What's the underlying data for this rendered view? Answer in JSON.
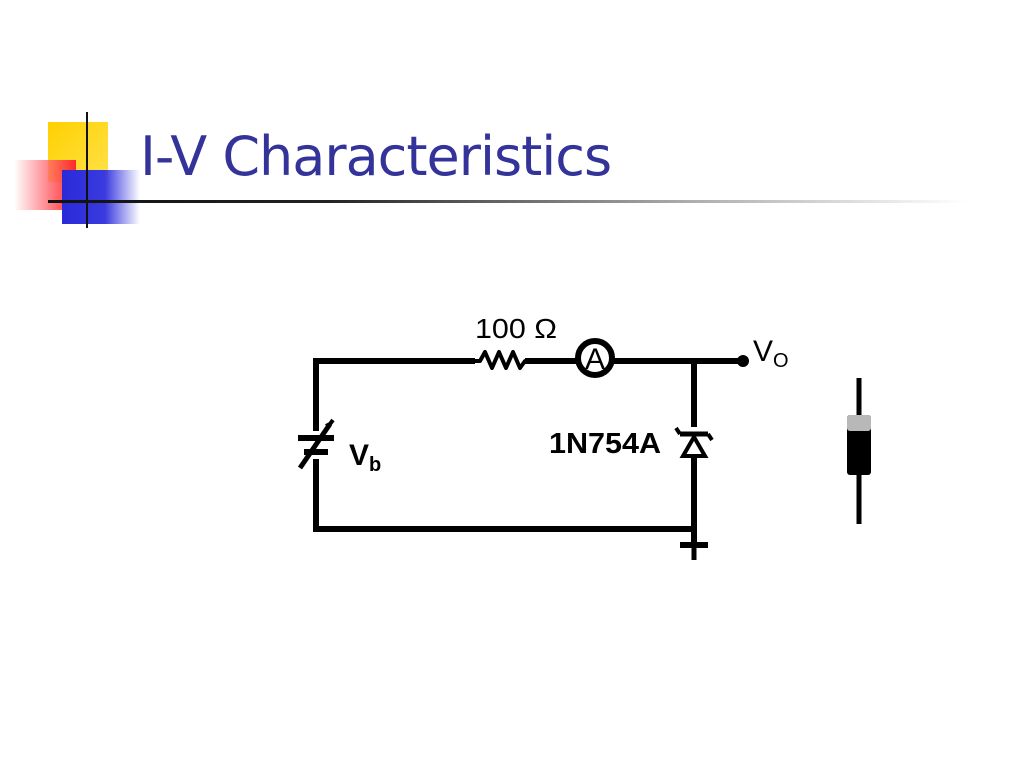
{
  "slide": {
    "title": "I-V Characteristics"
  },
  "circuit": {
    "resistor_label": "100 Ω",
    "ammeter_label": "A",
    "output_label": "V",
    "output_subscript": "O",
    "source_label": "V",
    "source_subscript": "b",
    "diode_label": "1N754A"
  },
  "colors": {
    "title": "#333399",
    "wire": "#000000",
    "accent_yellow": "#ffd000",
    "accent_red": "#ff2a2a",
    "accent_blue": "#2a2ad8"
  },
  "icons": [
    "variable-battery-icon",
    "resistor-icon",
    "ammeter-icon",
    "zener-diode-icon",
    "ground-icon",
    "diode-package-icon"
  ]
}
